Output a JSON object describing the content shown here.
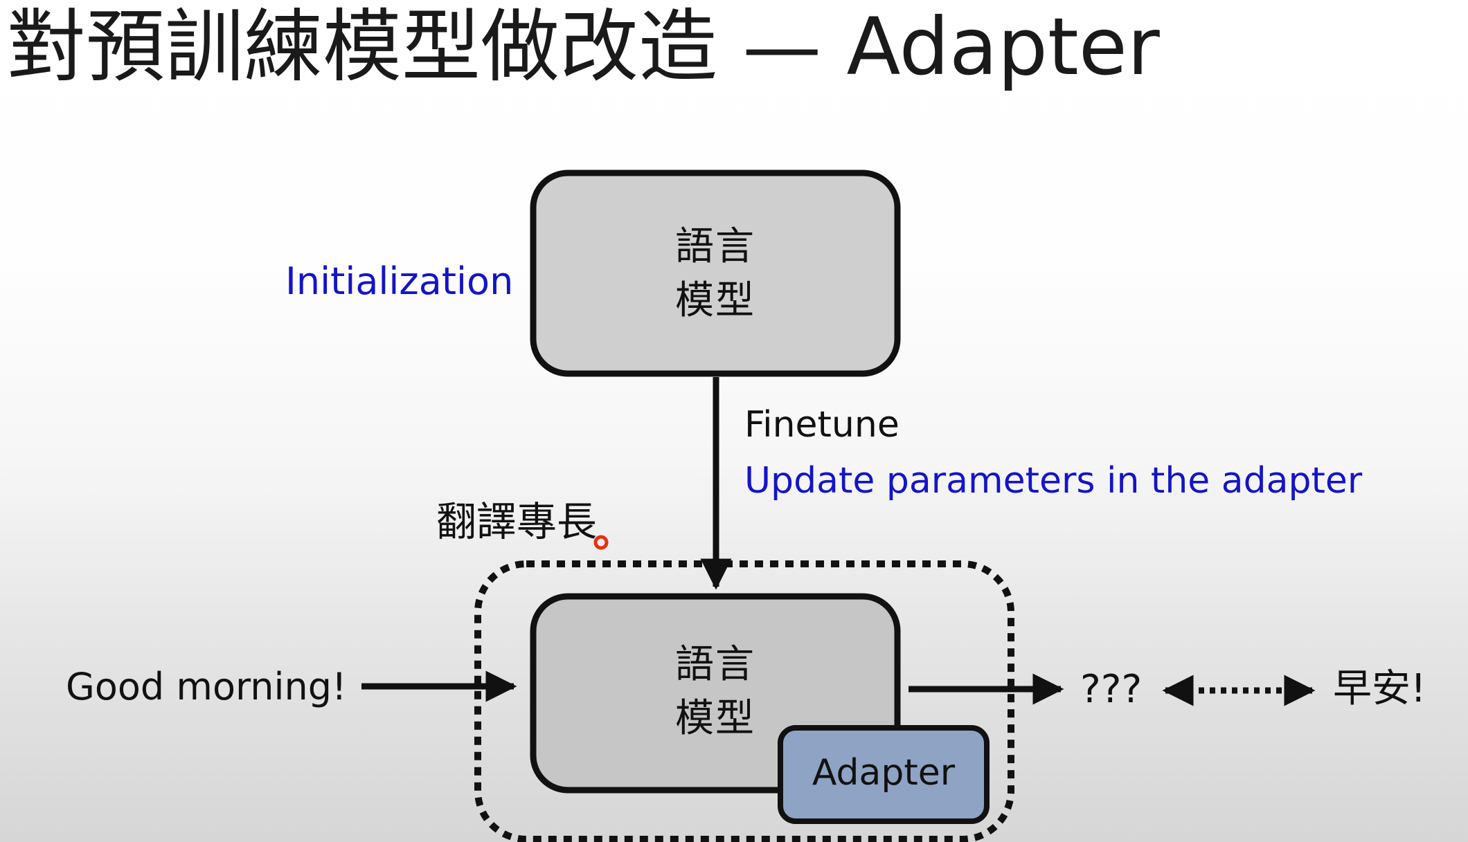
{
  "slide": {
    "title": "對預訓練模型做改造 — Adapter"
  },
  "diagram": {
    "top_box": {
      "line1": "語言",
      "line2": "模型"
    },
    "initialization_label": "Initialization",
    "finetune_label": "Finetune",
    "update_label": "Update parameters in the adapter",
    "skill_label": "翻譯專長",
    "bottom_box": {
      "line1": "語言",
      "line2": "模型",
      "adapter_label": "Adapter"
    },
    "input_text": "Good morning!",
    "output_text": "???",
    "target_text": "早安!",
    "colors": {
      "box_fill": "#cfcfcf",
      "adapter_fill": "#8fa3c4",
      "blue_text": "#1414c8",
      "stroke": "#111111",
      "pointer_dot": "#e53010"
    }
  }
}
